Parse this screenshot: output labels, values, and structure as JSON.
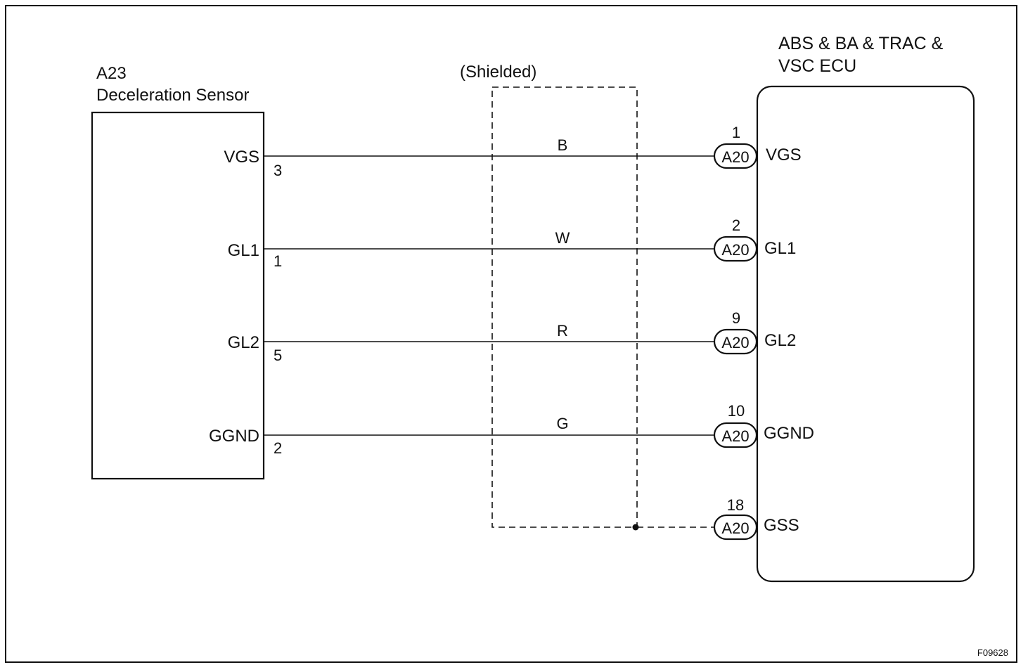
{
  "sensor": {
    "code": "A23",
    "name": "Deceleration Sensor",
    "pins": [
      {
        "label": "VGS",
        "number": "3"
      },
      {
        "label": "GL1",
        "number": "1"
      },
      {
        "label": "GL2",
        "number": "5"
      },
      {
        "label": "GGND",
        "number": "2"
      }
    ]
  },
  "shield": {
    "label": "(Shielded)"
  },
  "wires": [
    {
      "color": "B"
    },
    {
      "color": "W"
    },
    {
      "color": "R"
    },
    {
      "color": "G"
    }
  ],
  "ecu": {
    "title_line1": "ABS & BA & TRAC &",
    "title_line2": "VSC ECU",
    "pins": [
      {
        "connector": "A20",
        "number": "1",
        "label": "VGS"
      },
      {
        "connector": "A20",
        "number": "2",
        "label": "GL1"
      },
      {
        "connector": "A20",
        "number": "9",
        "label": "GL2"
      },
      {
        "connector": "A20",
        "number": "10",
        "label": "GGND"
      },
      {
        "connector": "A20",
        "number": "18",
        "label": "GSS"
      }
    ]
  },
  "figure_code": "F09628"
}
